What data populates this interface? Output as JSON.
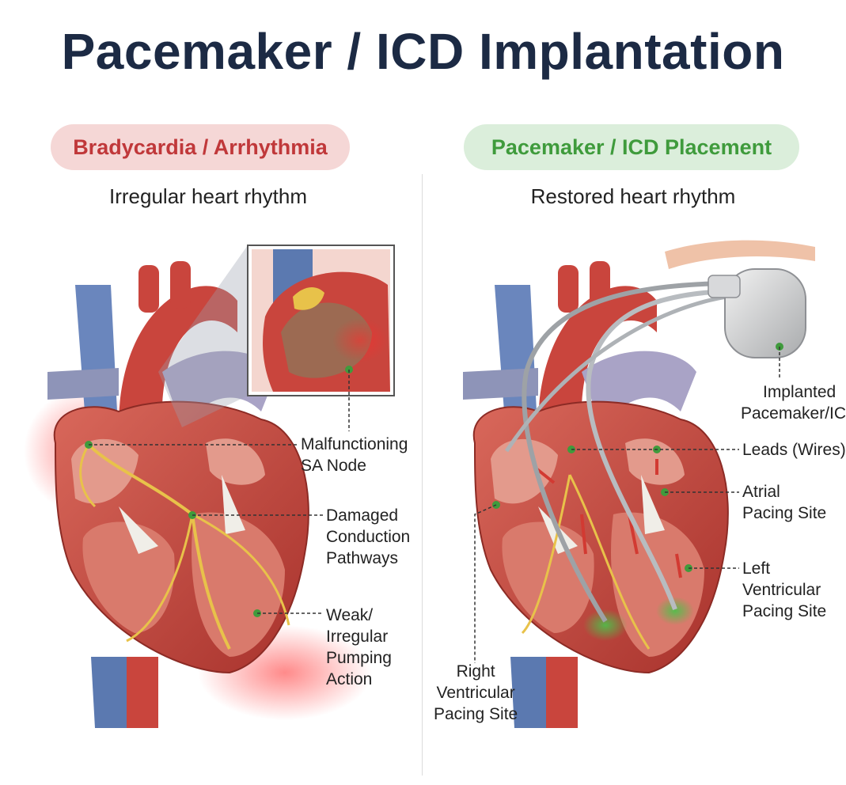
{
  "title": "Pacemaker / ICD Implantation",
  "left_panel": {
    "heading": "Bradycardia / Arrhythmia",
    "subtitle": "Irregular heart rhythm",
    "labels": {
      "sa_node": "Malfunctioning\nSA Node",
      "pathways": "Damaged\nConduction\nPathways",
      "pumping": "Weak/\nIrregular\nPumping\nAction"
    }
  },
  "right_panel": {
    "heading": "Pacemaker / ICD Placement",
    "subtitle": "Restored heart rhythm",
    "labels": {
      "device": "Implanted\nPacemaker/ICD",
      "leads": "Leads (Wires)",
      "atrial": "Atrial\nPacing Site",
      "left_ventricular": "Left\nVentricular\nPacing Site",
      "right_ventricular": "Right\nVentricular\nPacing Site"
    }
  },
  "colors": {
    "title": "#1c2a44",
    "alert_red": "#c0383a",
    "success_green": "#3f9b3c",
    "heart_red": "#c9453d",
    "vein_blue": "#5b79b0",
    "conduction_yellow": "#e8c24a",
    "marker_green": "#3f9b3c"
  }
}
